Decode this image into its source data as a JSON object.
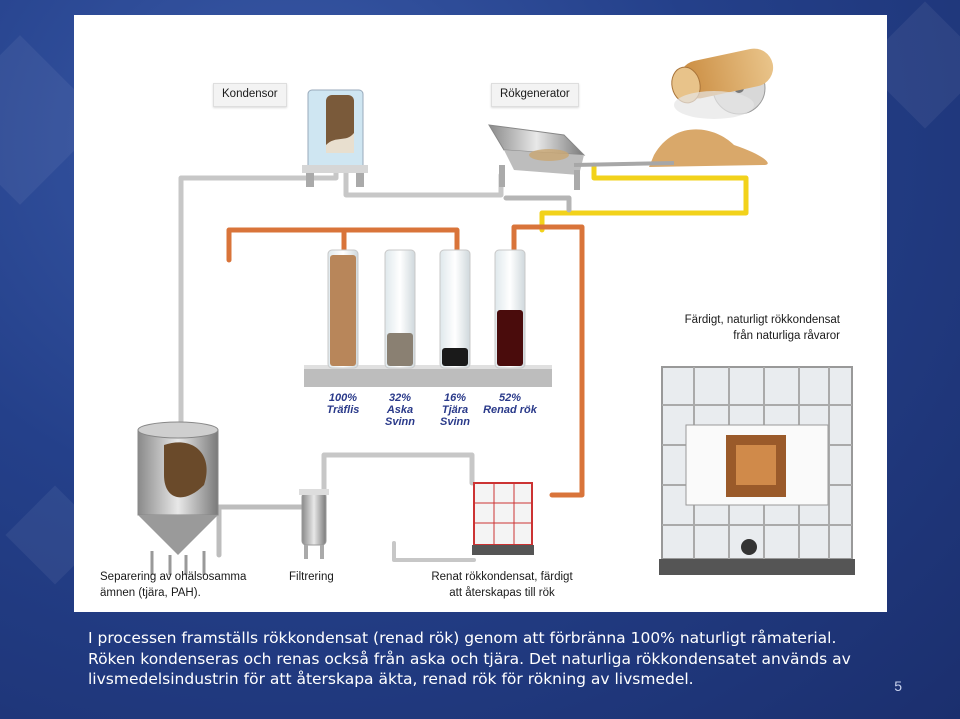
{
  "labels": {
    "kondensor": "Kondensor",
    "rokgenerator": "Rökgenerator",
    "fardigt_line1": "Färdigt, naturligt rökkondensat",
    "fardigt_line2": "från  naturliga råvaror",
    "separering_line1": "Separering av ohälsosamma",
    "separering_line2": "ämnen (tjära, PAH).",
    "filtrering": "Filtrering",
    "renat_line1": "Renat rökkondensat, färdigt",
    "renat_line2": "att återskapas till rök"
  },
  "tubes": [
    {
      "pct": "100%",
      "name": "Träflis",
      "name2": ""
    },
    {
      "pct": "32%",
      "name": "Aska",
      "name2": "Svinn"
    },
    {
      "pct": "16%",
      "name": "Tjära",
      "name2": "Svinn"
    },
    {
      "pct": "52%",
      "name": "Renad rök",
      "name2": ""
    }
  ],
  "caption": {
    "line1": "I processen framställs rökkondensat (renad rök) genom att förbränna 100% naturligt råmaterial.",
    "line2": "Röken kondenseras och renas också från aska och tjära. Det naturliga rökkondensatet används av",
    "line3": "livsmedelsindustrin för att återskapa äkta, renad rök för rökning av livsmedel."
  },
  "page_number": "5",
  "colors": {
    "pipe_yellow": "#f2d21b",
    "pipe_orange": "#d9743a",
    "pipe_gray": "#b8b8b8",
    "background": "#24408a"
  }
}
